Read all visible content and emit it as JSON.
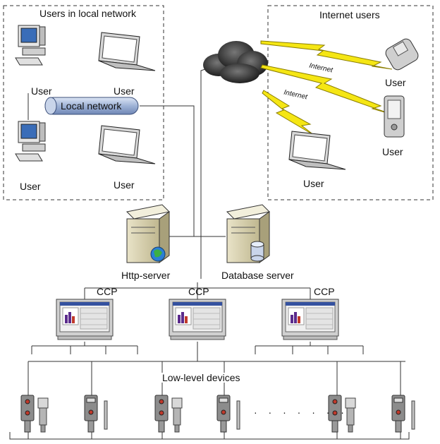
{
  "groups": {
    "local": {
      "title": "Users in local network"
    },
    "internet": {
      "title": "Internet users"
    }
  },
  "local_users": [
    "User",
    "User",
    "User",
    "User"
  ],
  "local_network_label": "Local network",
  "internet_link_labels": [
    "Internet",
    "Internet"
  ],
  "internet_users": [
    "User",
    "User",
    "User"
  ],
  "servers": {
    "http": "Http-server",
    "database": "Database server"
  },
  "ccp_labels": [
    "CCP",
    "CCP",
    "CCP"
  ],
  "low_level_devices_label": "Low-level devices",
  "ellipsis": "· · · · · · ·",
  "colors": {
    "cloud": "#2b2b2b",
    "lightning": "#f5e614",
    "pipe": "#9fb3d6",
    "line": "#333333"
  }
}
